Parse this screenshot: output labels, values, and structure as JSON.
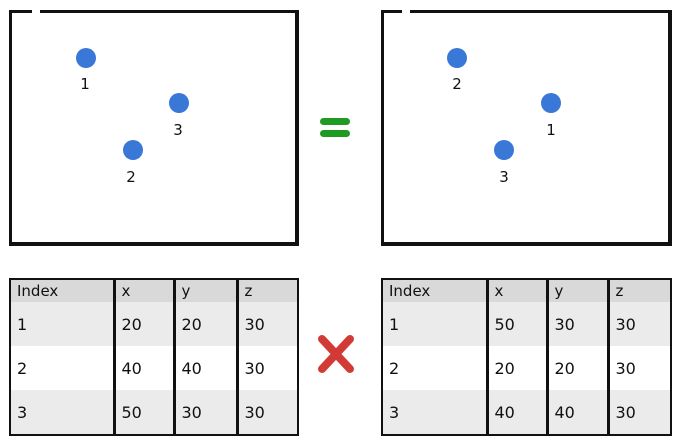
{
  "left_plot": {
    "points": [
      {
        "label": "1"
      },
      {
        "label": "3"
      },
      {
        "label": "2"
      }
    ]
  },
  "right_plot": {
    "points": [
      {
        "label": "2"
      },
      {
        "label": "1"
      },
      {
        "label": "3"
      }
    ]
  },
  "equals_color": "#1f9a22",
  "cross_color": "#d23a36",
  "dot_color": "#3a78d8",
  "left_table": {
    "headers": [
      "Index",
      "x",
      "y",
      "z"
    ],
    "rows": [
      [
        "1",
        "20",
        "20",
        "30"
      ],
      [
        "2",
        "40",
        "40",
        "30"
      ],
      [
        "3",
        "50",
        "30",
        "30"
      ]
    ]
  },
  "right_table": {
    "headers": [
      "Index",
      "x",
      "y",
      "z"
    ],
    "rows": [
      [
        "1",
        "50",
        "30",
        "30"
      ],
      [
        "2",
        "20",
        "20",
        "30"
      ],
      [
        "3",
        "40",
        "40",
        "30"
      ]
    ]
  }
}
